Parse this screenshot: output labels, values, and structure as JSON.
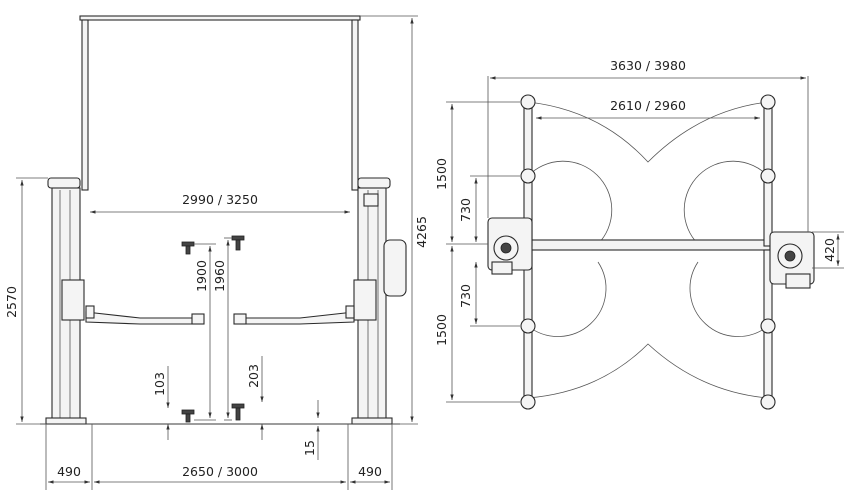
{
  "front_view": {
    "overall_height": "4265",
    "column_height": "2570",
    "inner_width": "2990 / 3250",
    "max_pad_height_a": "1900",
    "max_pad_height_b": "1960",
    "min_pad_height_a": "103",
    "min_pad_height_b": "203",
    "base_plate": "15",
    "base_left": "490",
    "base_between": "2650 / 3000",
    "base_right": "490"
  },
  "top_view": {
    "overall_width": "3630 / 3980",
    "inner_width": "2610 / 2960",
    "arm_upper": "1500",
    "arm_lower": "1500",
    "arm_inner_upper": "730",
    "arm_inner_lower": "730",
    "post_depth": "420"
  }
}
